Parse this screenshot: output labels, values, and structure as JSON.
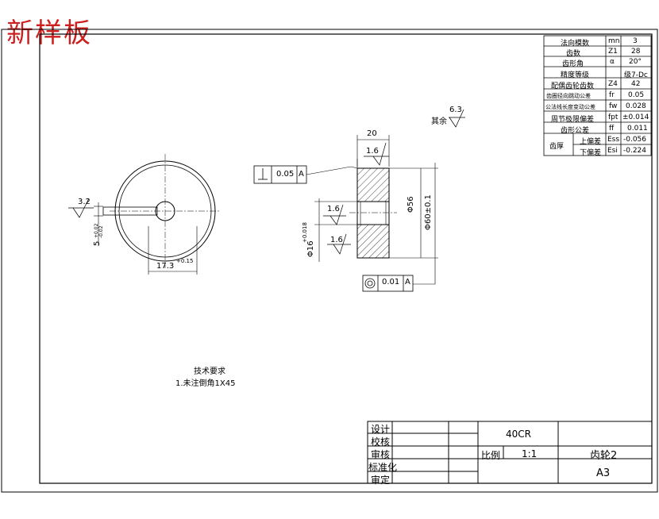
{
  "watermark": "新样板",
  "param_table": {
    "rows": [
      {
        "label": "法向模数",
        "sym": "mn",
        "val": "3"
      },
      {
        "label": "齿数",
        "sym": "Z1",
        "val": "28"
      },
      {
        "label": "齿形角",
        "sym": "α",
        "val": "20°"
      },
      {
        "label": "精度等级",
        "sym": "",
        "val": "级7-Dc"
      },
      {
        "label": "配偶齿轮齿数",
        "sym": "Z4",
        "val": "42"
      },
      {
        "label": "齿圈径向跳动公差",
        "sym": "fr",
        "val": "0.05"
      },
      {
        "label": "公法线长度变动公差",
        "sym": "fw",
        "val": "0.028"
      },
      {
        "label": "周节极限偏差",
        "sym": "fpt",
        "val": "±0.014"
      },
      {
        "label": "齿形公差",
        "sym": "ff",
        "val": "0.011"
      }
    ],
    "thickness_label": "齿厚",
    "upper_label": "上偏差",
    "upper_sym": "Ess",
    "upper_val": "-0.056",
    "lower_label": "下偏差",
    "lower_sym": "Esi",
    "lower_val": "-0.224"
  },
  "dimensions": {
    "width_20": "20",
    "roughness_top": "1.6",
    "roughness_bore": "1.6",
    "roughness_side": "1.6",
    "roughness_keyway": "3.2",
    "roughness_rest": "6.3",
    "rest_label": "其余",
    "perp_tol": "0.05",
    "datum": "A",
    "conc_tol": "0.01",
    "dia_56": "Φ56",
    "dia_60": "Φ60±0.1",
    "bore_dia": "Φ16",
    "bore_tol": "+0.018",
    "key_width": "5",
    "key_tol_up": "+0.02",
    "key_tol_low": "-0.02",
    "key_depth": "17.3",
    "key_depth_tol": "+0.15"
  },
  "tech_req": {
    "title": "技术要求",
    "item1": "1.未注倒角1X45"
  },
  "title_block": {
    "design": "设计",
    "check": "校核",
    "review": "审核",
    "standard": "标准化",
    "approve": "审定",
    "material": "40CR",
    "scale_label": "比例",
    "scale_val": "1:1",
    "part_name": "齿轮2",
    "sheet": "A3"
  }
}
